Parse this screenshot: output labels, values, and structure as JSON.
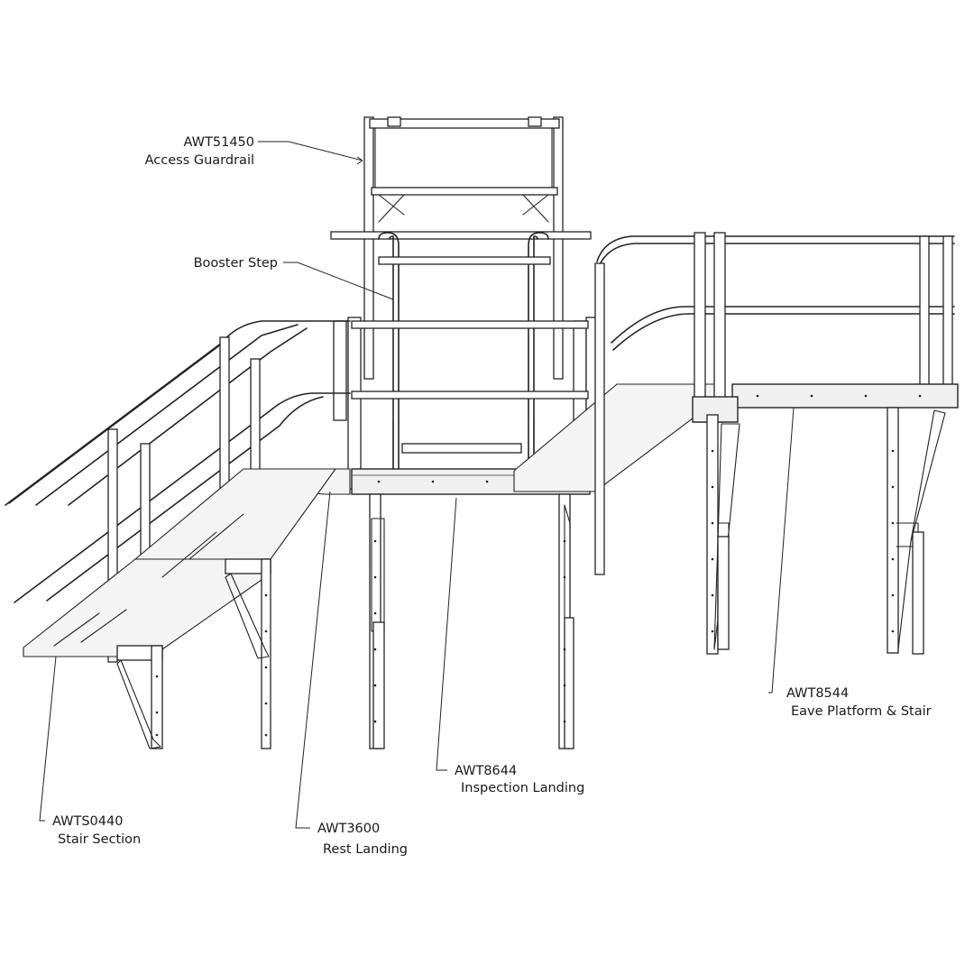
{
  "callouts": [
    {
      "part": "AWT51450",
      "desc": "Access Guardrail"
    },
    {
      "part": "",
      "desc": "Booster Step"
    },
    {
      "part": "AWT8544",
      "desc": "Eave Platform & Stair"
    },
    {
      "part": "AWT8644",
      "desc": "Inspection Landing"
    },
    {
      "part": "AWTS0440",
      "desc": "Stair Section"
    },
    {
      "part": "AWT3600",
      "desc": "Rest Landing"
    }
  ],
  "colors": {
    "line": "#222222",
    "background": "#ffffff"
  }
}
